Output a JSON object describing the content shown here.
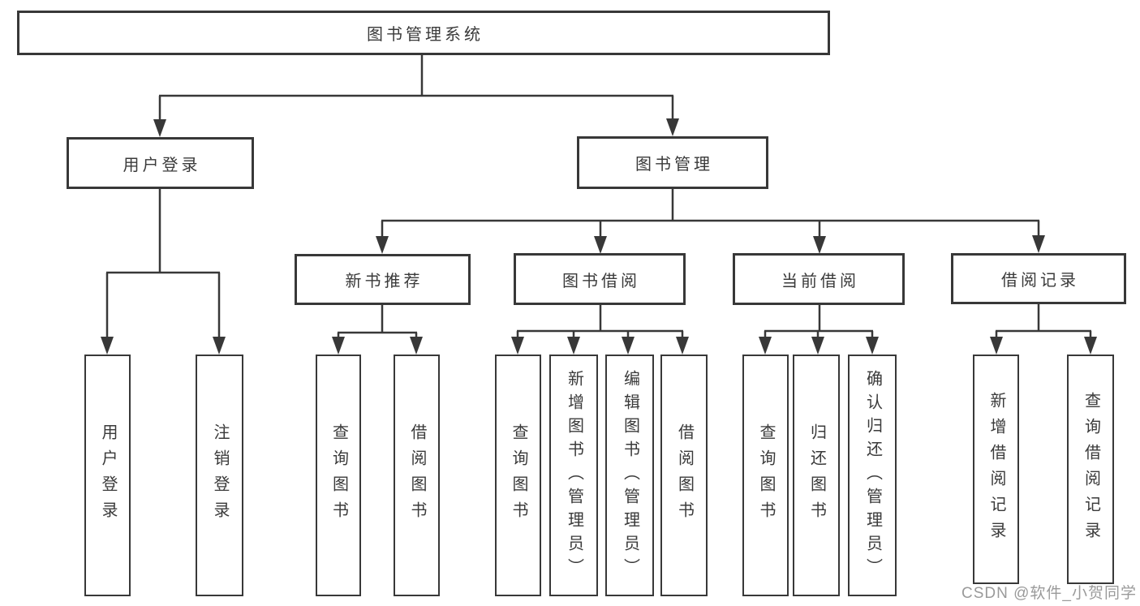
{
  "diagram": {
    "title_node": {
      "label": "图书管理系统"
    },
    "level2": [
      {
        "label": "用户登录",
        "parent": "图书管理系统"
      },
      {
        "label": "图书管理",
        "parent": "图书管理系统"
      }
    ],
    "level3": [
      {
        "label": "新书推荐",
        "parent": "图书管理"
      },
      {
        "label": "图书借阅",
        "parent": "图书管理"
      },
      {
        "label": "当前借阅",
        "parent": "图书管理"
      },
      {
        "label": "借阅记录",
        "parent": "图书管理"
      }
    ],
    "leaves": [
      {
        "label": "用户登录",
        "parent": "用户登录"
      },
      {
        "label": "注销登录",
        "parent": "用户登录"
      },
      {
        "label": "查询图书",
        "parent": "新书推荐"
      },
      {
        "label": "借阅图书",
        "parent": "新书推荐"
      },
      {
        "label": "查询图书",
        "parent": "图书借阅"
      },
      {
        "label": "新增图书（管理员）",
        "parent": "图书借阅"
      },
      {
        "label": "编辑图书（管理员）",
        "parent": "图书借阅"
      },
      {
        "label": "借阅图书",
        "parent": "图书借阅"
      },
      {
        "label": "查询图书",
        "parent": "当前借阅"
      },
      {
        "label": "归还图书",
        "parent": "当前借阅"
      },
      {
        "label": "确认归还（管理员）",
        "parent": "当前借阅"
      },
      {
        "label": "新增借阅记录",
        "parent": "借阅记录"
      },
      {
        "label": "查询借阅记录",
        "parent": "借阅记录"
      }
    ],
    "colors": {
      "line": "#383838",
      "text": "#3a3a3a",
      "background": "#ffffff"
    }
  },
  "watermark": {
    "text": "CSDN @软件_小贺同学",
    "color": "#9a9a9a"
  }
}
